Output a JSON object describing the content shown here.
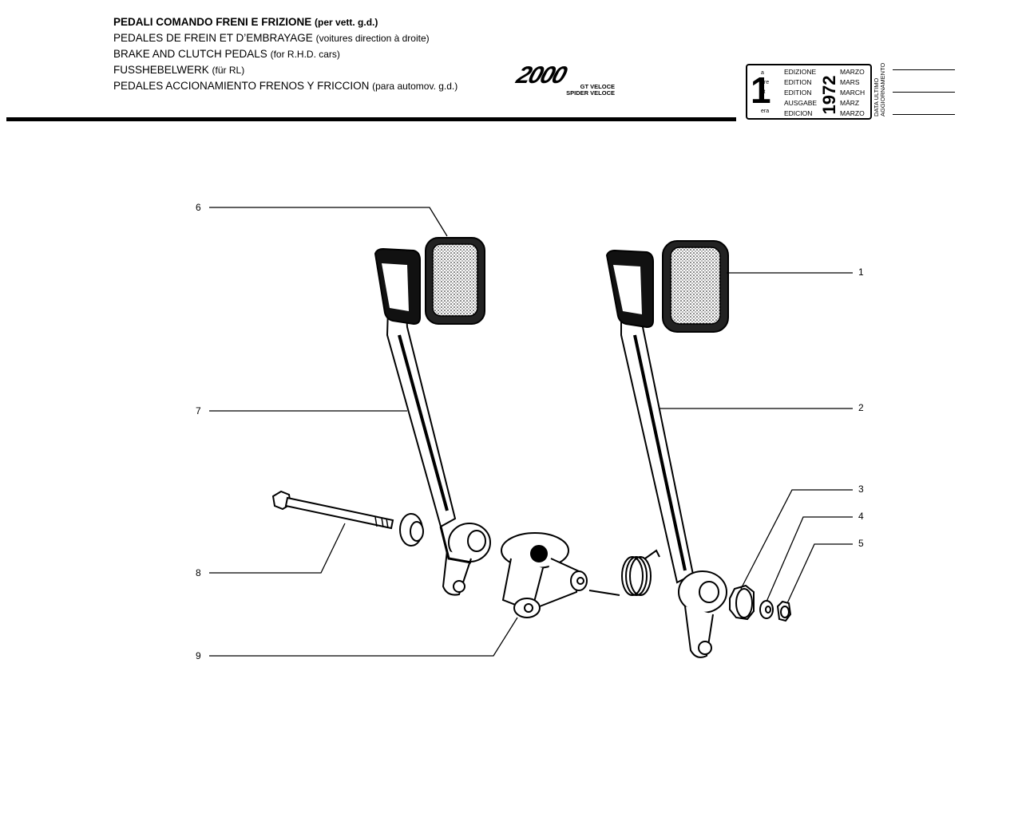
{
  "header": {
    "titles": [
      {
        "main": "PEDALI COMANDO FRENI E FRIZIONE",
        "note": "(per vett. g.d.)",
        "bold": true
      },
      {
        "main": "PEDALES DE FREIN ET D’EMBRAYAGE",
        "note": "(voitures direction à droite)",
        "bold": false
      },
      {
        "main": "BRAKE AND CLUTCH PEDALS",
        "note": "(for R.H.D. cars)",
        "bold": false
      },
      {
        "main": "FUSSHEBELWERK",
        "note": "(für RL)",
        "bold": false
      },
      {
        "main": "PEDALES ACCIONAMIENTO FRENOS Y FRICCION",
        "note": "(para automov. g.d.)",
        "bold": false
      }
    ],
    "logo": {
      "main": "2000",
      "sub1": "GT VELOCE",
      "sub2": "SPIDER VELOCE"
    }
  },
  "edition": {
    "number": "1",
    "suffixes": [
      "a",
      "ere",
      "st",
      ".",
      "era"
    ],
    "labels": [
      "EDIZIONE",
      "EDITION",
      "EDITION",
      "AUSGABE",
      "EDICION"
    ],
    "year": "1972",
    "months": [
      "MARZO",
      "MARS",
      "MARCH",
      "MÄRZ",
      "MARZO"
    ],
    "update_caption_1": "DATA ULTIMO",
    "update_caption_2": "AGGIORNAMENTO"
  },
  "callouts": {
    "c1": "1",
    "c2": "2",
    "c3": "3",
    "c4": "4",
    "c5": "5",
    "c6": "6",
    "c7": "7",
    "c8": "8",
    "c9": "9"
  }
}
